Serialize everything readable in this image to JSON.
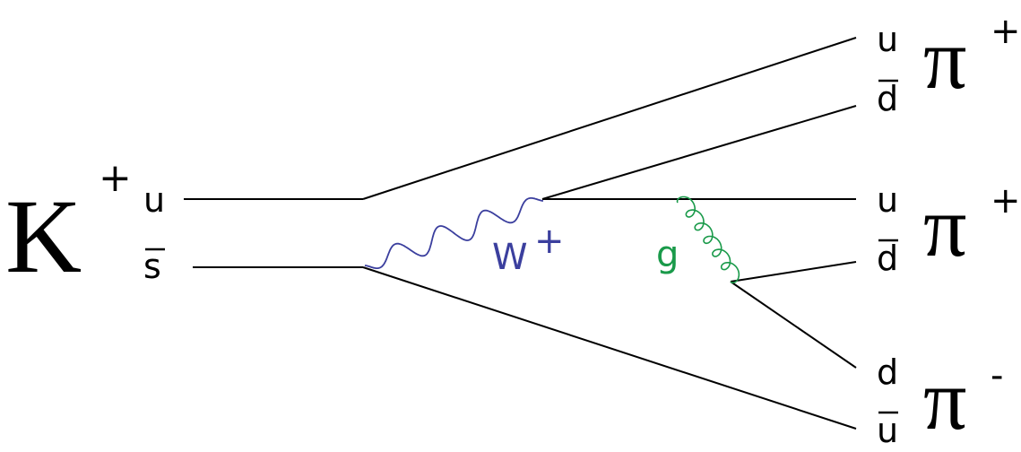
{
  "colors": {
    "lines": "#000000",
    "w_boson": "#3b3f9e",
    "gluon": "#1a9a4a"
  },
  "initial": {
    "meson": "K",
    "meson_charge": "+",
    "quark_top": "u",
    "quark_bottom": "s"
  },
  "bosons": {
    "w_label": "W",
    "w_charge": "+",
    "gluon_label": "g"
  },
  "final": [
    {
      "quark_top": "u",
      "quark_bottom": "d",
      "meson": "π",
      "charge": "+"
    },
    {
      "quark_top": "u",
      "quark_bottom": "d",
      "meson": "π",
      "charge": "+"
    },
    {
      "quark_top": "d",
      "quark_bottom": "u",
      "meson": "π",
      "charge": "-"
    }
  ]
}
